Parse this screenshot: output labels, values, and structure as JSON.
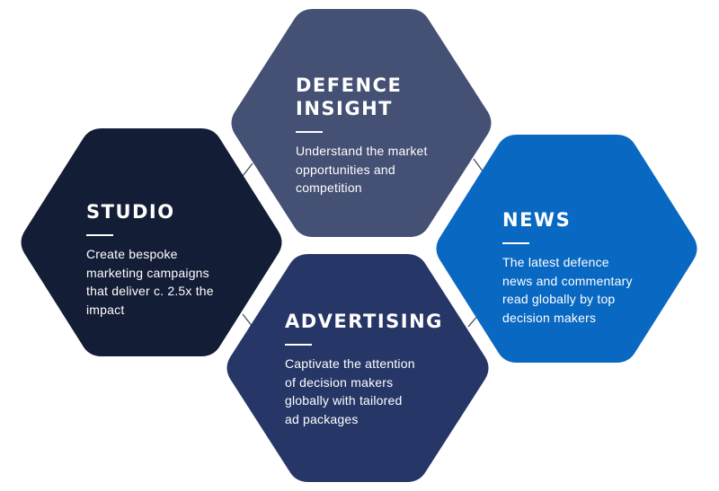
{
  "colors": {
    "defence_insight": "#445074",
    "studio": "#141d36",
    "news": "#0868c2",
    "advertising": "#263666",
    "connector": "#3a4255",
    "background": "#ffffff"
  },
  "hexagons": {
    "defence_insight": {
      "title_line1": "DEFENCE",
      "title_line2": "INSIGHT",
      "desc_lines": [
        "Understand the market",
        "opportunities and",
        "competition"
      ]
    },
    "studio": {
      "title": "STUDIO",
      "desc_lines": [
        "Create bespoke",
        "marketing campaigns",
        "that deliver c. 2.5x the",
        "impact"
      ]
    },
    "news": {
      "title": "NEWS",
      "desc_lines": [
        "The latest defence",
        "news and commentary",
        "read globally by top",
        "decision makers"
      ]
    },
    "advertising": {
      "title": "ADVERTISING",
      "desc_lines": [
        "Captivate the attention",
        "of decision makers",
        "globally with tailored",
        "ad packages"
      ]
    }
  }
}
